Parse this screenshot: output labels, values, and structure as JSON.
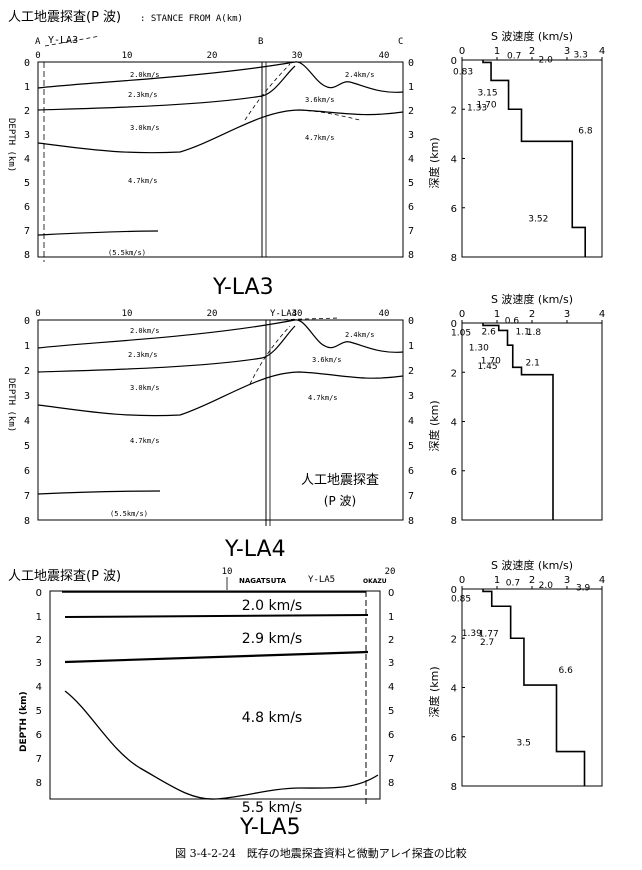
{
  "sections": [
    {
      "id": "la3",
      "label": "Y-LA3",
      "header": "人工地震探査(P 波)",
      "header_suffix": ": STANCE FROM A(km)",
      "line_name": "Y-LA3",
      "point_labels": [
        "A",
        "B",
        "C"
      ],
      "depth_axis_label": "DEPTH (km)",
      "x_ticks": [
        "0",
        "10",
        "20",
        "30",
        "40"
      ],
      "depth_ticks": [
        "0",
        "1",
        "2",
        "3",
        "4",
        "5",
        "6",
        "7",
        "8"
      ],
      "velocity_labels": [
        "2.0km/s",
        "2.4km/s",
        "2.3km/s",
        "3.6km/s",
        "3.0km/s",
        "4.7km/s",
        "4.7km/s",
        "(5.5km/s)"
      ],
      "s_profile": {
        "title": "S 波速度 (km/s)",
        "x_ticks": [
          "0",
          "1",
          "2",
          "3",
          "4"
        ],
        "y_ticks": [
          "0",
          "2",
          "4",
          "6",
          "8"
        ],
        "ylabel": "深度 (km)",
        "layers": [
          {
            "top": 0.0,
            "bottom": 0.1,
            "v": 0.6
          },
          {
            "top": 0.1,
            "bottom": 0.83,
            "v": 0.83
          },
          {
            "top": 0.83,
            "bottom": 2.0,
            "v": 1.33
          },
          {
            "top": 2.0,
            "bottom": 3.3,
            "v": 1.7
          },
          {
            "top": 3.3,
            "bottom": 6.8,
            "v": 3.15
          },
          {
            "top": 6.8,
            "bottom": 8.0,
            "v": 3.52
          }
        ],
        "annotations": [
          "0.83",
          "0.7",
          "1.33",
          "2.0",
          "1.70",
          "3.3",
          "3.15",
          "6.8",
          "3.52"
        ]
      }
    },
    {
      "id": "la4",
      "label": "Y-LA4",
      "line_name": "Y-LA4",
      "depth_axis_label": "DEPTH (km)",
      "inset_label": "人工地震探査",
      "inset_sub": "(P 波)",
      "x_ticks": [
        "0",
        "10",
        "20",
        "30",
        "40"
      ],
      "depth_ticks": [
        "0",
        "1",
        "2",
        "3",
        "4",
        "5",
        "6",
        "7",
        "8"
      ],
      "velocity_labels": [
        "2.0km/s",
        "2.4km/s",
        "2.3km/s",
        "3.6km/s",
        "3.0km/s",
        "4.7km/s",
        "4.7km/s",
        "(5.5km/s)"
      ],
      "s_profile": {
        "title": "S 波速度 (km/s)",
        "x_ticks": [
          "0",
          "1",
          "2",
          "3",
          "4"
        ],
        "y_ticks": [
          "0",
          "2",
          "4",
          "6",
          "8"
        ],
        "ylabel": "深度 (km)",
        "layers": [
          {
            "top": 0.0,
            "bottom": 0.1,
            "v": 0.6
          },
          {
            "top": 0.1,
            "bottom": 0.3,
            "v": 1.05
          },
          {
            "top": 0.3,
            "bottom": 0.9,
            "v": 1.3
          },
          {
            "top": 0.9,
            "bottom": 1.8,
            "v": 1.45
          },
          {
            "top": 1.8,
            "bottom": 2.1,
            "v": 1.7
          },
          {
            "top": 2.1,
            "bottom": 8.0,
            "v": 2.6
          }
        ],
        "annotations": [
          "1.05",
          "0.6",
          "1.30",
          "1.1",
          "1.45",
          "1.8",
          "1.70",
          "2.1",
          "2.6"
        ]
      }
    },
    {
      "id": "la5",
      "label": "Y-LA5",
      "header": "人工地震探査(P 波)",
      "line_name": "Y-LA5",
      "place_labels": [
        "NAGATSUTA",
        "OKAZU"
      ],
      "depth_axis_label": "DEPTH (km)",
      "x_ticks": [
        "10",
        "20"
      ],
      "depth_ticks": [
        "0",
        "1",
        "2",
        "3",
        "4",
        "5",
        "6",
        "7",
        "8"
      ],
      "velocity_labels": [
        "2.0 km/s",
        "2.9 km/s",
        "4.8 km/s",
        "5.5 km/s"
      ],
      "s_profile": {
        "title": "S 波速度 (km/s)",
        "x_ticks": [
          "0",
          "1",
          "2",
          "3",
          "4"
        ],
        "y_ticks": [
          "0",
          "2",
          "4",
          "6",
          "8"
        ],
        "ylabel": "深度 (km)",
        "layers": [
          {
            "top": 0.0,
            "bottom": 0.1,
            "v": 0.6
          },
          {
            "top": 0.1,
            "bottom": 0.7,
            "v": 0.85
          },
          {
            "top": 0.7,
            "bottom": 2.0,
            "v": 1.39
          },
          {
            "top": 2.0,
            "bottom": 3.9,
            "v": 1.77
          },
          {
            "top": 3.9,
            "bottom": 6.6,
            "v": 2.7
          },
          {
            "top": 6.6,
            "bottom": 8.0,
            "v": 3.5
          }
        ],
        "annotations": [
          "0.85",
          "0.7",
          "1.39",
          "2.0",
          "1.77",
          "3.9",
          "2.7",
          "6.6",
          "3.5"
        ]
      }
    }
  ],
  "caption": "図 3-4-2-24　既存の地震探査資料と微動アレイ探査の比較"
}
